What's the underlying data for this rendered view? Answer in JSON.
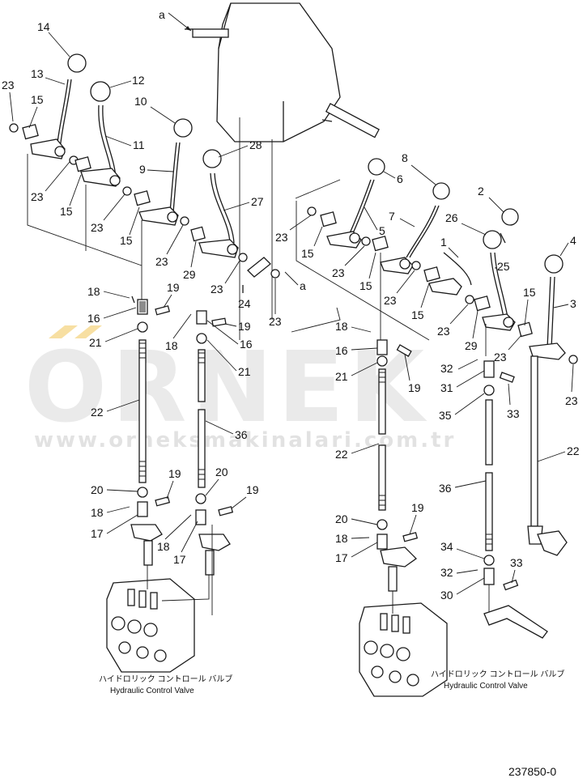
{
  "diagram": {
    "callout_labels": [
      "1",
      "2",
      "3",
      "4",
      "5",
      "6",
      "7",
      "8",
      "9",
      "10",
      "11",
      "12",
      "13",
      "14",
      "15",
      "16",
      "17",
      "18",
      "19",
      "20",
      "21",
      "22",
      "23",
      "24",
      "25",
      "26",
      "27",
      "28",
      "29",
      "30",
      "31",
      "32",
      "33",
      "34",
      "35",
      "36"
    ],
    "reference_mark": "a",
    "valve_caption_jp": "ハイドロリック コントロール バルブ",
    "valve_caption_en": "Hydraulic Control Valve",
    "drawing_number": "237850-0"
  },
  "watermark": {
    "brand": "ORNEK",
    "url": "www.orneksmakinalari.com.tr"
  },
  "colors": {
    "line": "#1a1a1a",
    "watermark_gray": "#d9d9d9",
    "watermark_accent": "#f3d27a"
  }
}
